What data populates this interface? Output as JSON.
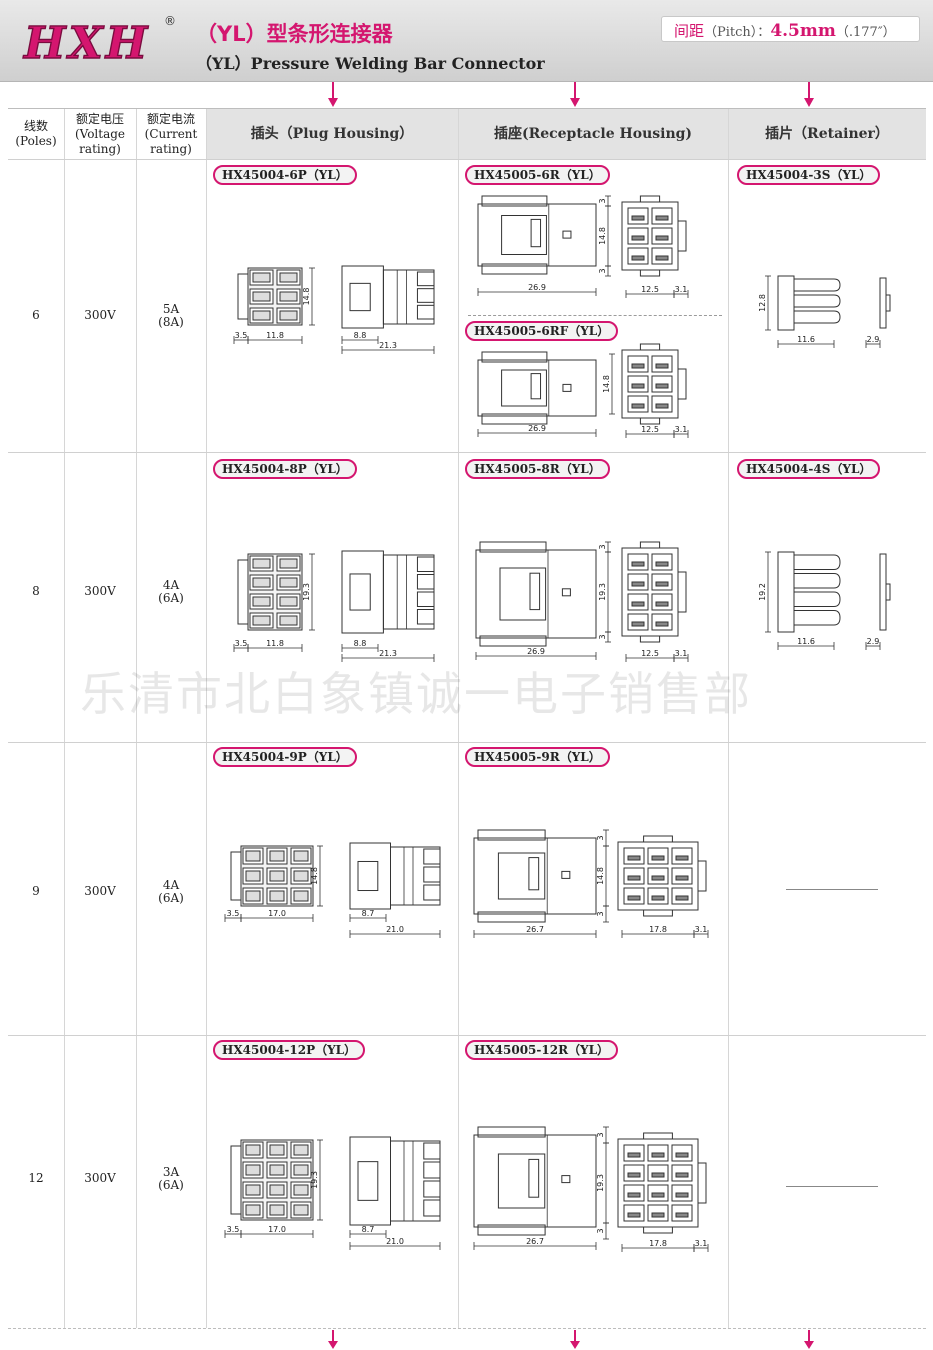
{
  "header": {
    "logo_text": "HXH",
    "reg_mark": "®",
    "title_cn": "（YL）型条形连接器",
    "title_en": "（YL）Pressure Welding Bar Connector",
    "pitch_label_cn": "间距",
    "pitch_label_en": "（Pitch）：",
    "pitch_value": "4.5mm",
    "pitch_inch": "（.177″）"
  },
  "columns": {
    "poles": [
      "线数",
      "(Poles)"
    ],
    "voltage": [
      "额定电压",
      "(Voltage",
      "rating)"
    ],
    "current": [
      "额定电流",
      "(Current",
      "rating)"
    ],
    "plug": "插头（Plug Housing）",
    "receptacle": "插座(Receptacle Housing)",
    "retainer": "插片（Retainer）"
  },
  "rows": [
    {
      "poles": "6",
      "voltage": "300V",
      "current": "5A",
      "current_alt": "(8A)",
      "plug": "HX45004-6P（YL）",
      "receptacle": "HX45005-6R（YL）",
      "receptacle_alt": "HX45005-6RF（YL）",
      "retainer": "HX45004-3S（YL）",
      "dims_plug": [
        "14.8",
        "3.5",
        "11.8",
        "8.8",
        "21.3"
      ],
      "dims_rec": [
        "3",
        "14.8",
        "3",
        "26.9",
        "12.5",
        "3.1"
      ],
      "dims_rec_alt": [
        "14.8",
        "26.9",
        "12.5",
        "3.1"
      ],
      "dims_ret": [
        "12.8",
        "11.6",
        "2.9"
      ]
    },
    {
      "poles": "8",
      "voltage": "300V",
      "current": "4A",
      "current_alt": "(6A)",
      "plug": "HX45004-8P（YL）",
      "receptacle": "HX45005-8R（YL）",
      "retainer": "HX45004-4S（YL）",
      "dims_plug": [
        "19.3",
        "3.5",
        "11.8",
        "8.8",
        "21.3"
      ],
      "dims_rec": [
        "3",
        "19.3",
        "3",
        "26.9",
        "12.5",
        "3.1"
      ],
      "dims_ret": [
        "19.2",
        "11.6",
        "2.9"
      ]
    },
    {
      "poles": "9",
      "voltage": "300V",
      "current": "4A",
      "current_alt": "(6A)",
      "plug": "HX45004-9P（YL）",
      "receptacle": "HX45005-9R（YL）",
      "retainer": "",
      "dims_plug": [
        "14.8",
        "3.5",
        "17.0",
        "8.7",
        "21.0"
      ],
      "dims_rec": [
        "3",
        "14.8",
        "3",
        "26.7",
        "17.8",
        "3.1"
      ]
    },
    {
      "poles": "12",
      "voltage": "300V",
      "current": "3A",
      "current_alt": "(6A)",
      "plug": "HX45004-12P（YL）",
      "receptacle": "HX45005-12R（YL）",
      "retainer": "",
      "dims_plug": [
        "19.3",
        "3.5",
        "17.0",
        "8.7",
        "21.0"
      ],
      "dims_rec": [
        "3",
        "19.3",
        "3",
        "26.7",
        "17.8",
        "3.1"
      ]
    }
  ],
  "watermark": "乐清市北白象镇诚一电子销售部",
  "colors": {
    "accent": "#d4166f",
    "header_bg": "#d9d9d9",
    "line": "#333333"
  }
}
